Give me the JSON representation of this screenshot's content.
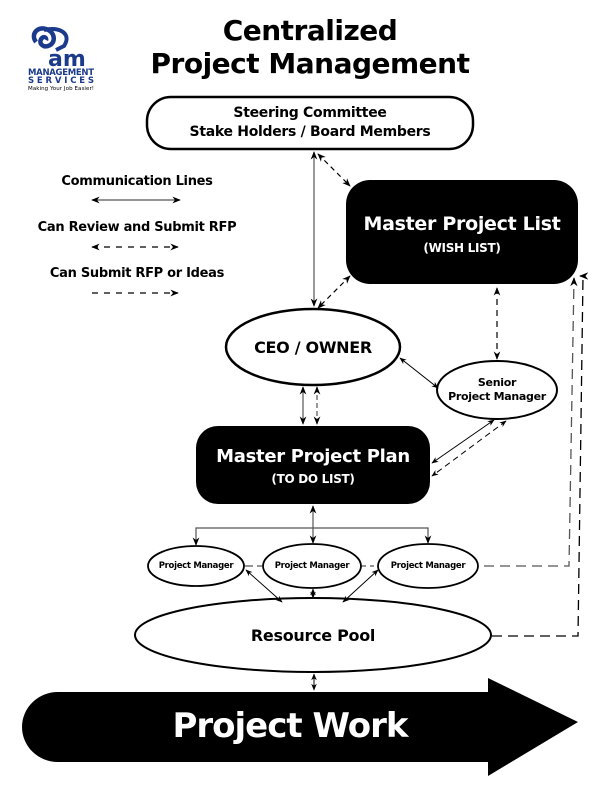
{
  "title": {
    "line1": "Centralized",
    "line2": "Project Management"
  },
  "logo": {
    "brand": "am",
    "line1": "MANAGEMENT",
    "line2": "SERVICES",
    "tagline": "Making Your Job Easier!",
    "color": "#1b3a8c"
  },
  "legend": {
    "items": [
      {
        "label": "Communication Lines",
        "style": "solid-bidirectional"
      },
      {
        "label": "Can Review and Submit RFP",
        "style": "dashed-bidirectional"
      },
      {
        "label": "Can Submit RFP or Ideas",
        "style": "dashed-unidirectional"
      }
    ]
  },
  "nodes": {
    "steering": {
      "line1": "Steering Committee",
      "line2": "Stake Holders / Board Members"
    },
    "master_list": {
      "line1": "Master Project List",
      "line2": "(WISH LIST)"
    },
    "ceo": {
      "label": "CEO / OWNER"
    },
    "senior_pm": {
      "line1": "Senior",
      "line2": "Project Manager"
    },
    "master_plan": {
      "line1": "Master Project Plan",
      "line2": "(TO DO LIST)"
    },
    "project_managers": [
      {
        "label": "Project Manager"
      },
      {
        "label": "Project Manager"
      },
      {
        "label": "Project Manager"
      }
    ],
    "resource_pool": {
      "label": "Resource Pool"
    },
    "project_work": {
      "label": "Project Work"
    }
  },
  "edges": [
    {
      "from": "steering",
      "to": "ceo",
      "style": "solid-bidirectional"
    },
    {
      "from": "steering",
      "to": "master_list",
      "style": "dashed-bidirectional"
    },
    {
      "from": "master_list",
      "to": "ceo",
      "style": "dashed-bidirectional"
    },
    {
      "from": "master_list",
      "to": "senior_pm",
      "style": "dashed-bidirectional"
    },
    {
      "from": "ceo",
      "to": "senior_pm",
      "style": "solid-bidirectional"
    },
    {
      "from": "ceo",
      "to": "master_plan",
      "style": "solid-bidirectional"
    },
    {
      "from": "ceo",
      "to": "master_plan",
      "style": "dashed-bidirectional"
    },
    {
      "from": "senior_pm",
      "to": "master_plan",
      "style": "solid-bidirectional"
    },
    {
      "from": "senior_pm",
      "to": "master_plan",
      "style": "dashed-bidirectional"
    },
    {
      "from": "master_plan",
      "to": "project_managers",
      "style": "solid-bidirectional"
    },
    {
      "from": "project_managers",
      "to": "resource_pool",
      "style": "solid-bidirectional"
    },
    {
      "from": "project_managers",
      "to": "master_list",
      "style": "dashed-unidirectional"
    },
    {
      "from": "resource_pool",
      "to": "master_list",
      "style": "dashed-unidirectional"
    },
    {
      "from": "resource_pool",
      "to": "project_work",
      "style": "solid-bidirectional"
    }
  ]
}
